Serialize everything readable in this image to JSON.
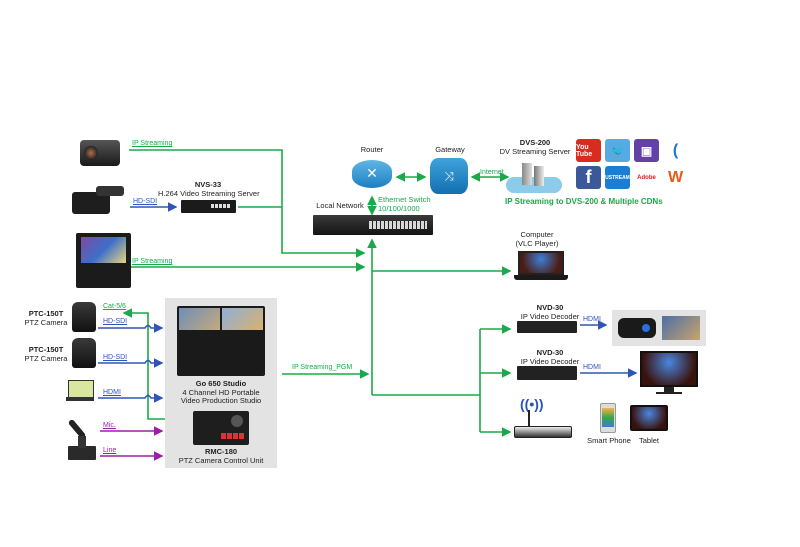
{
  "diagram": {
    "title": "IP Streaming Network Topology",
    "colors": {
      "ethernet": "#1aa94a",
      "video": "#2f55b8",
      "audio": "#9b1fa8",
      "panel_bg": "#e3e3e3"
    },
    "sources": {
      "box_camera": {
        "link_label": "IP Streaming"
      },
      "camcorder": {
        "link_label": "HD-SDI"
      },
      "nvs33": {
        "name": "NVS-33",
        "desc": "H.264 Video Streaming Server"
      },
      "portable_studio": {
        "link_label": "IP Streaming"
      }
    },
    "network": {
      "router": {
        "name": "Router"
      },
      "gateway": {
        "name": "Gateway"
      },
      "internet_label": "Internet",
      "switch_label": "Local Network",
      "switch_speed": [
        "Ethernet Switch",
        "10/100/1000"
      ],
      "dvs200": {
        "name": "DVS-200",
        "desc": "DV Streaming Server"
      },
      "cdn_caption": "IP Streaming to DVS-200 & Multiple CDNs",
      "cdns": [
        {
          "name": "YouTube",
          "label": "You Tube",
          "color": "#d92c20"
        },
        {
          "name": "Twitter",
          "label": "",
          "color": "#56abe4"
        },
        {
          "name": "Twitch",
          "label": "",
          "color": "#6441a4"
        },
        {
          "name": "Wowza-Cloud",
          "label": "",
          "color": "#ffffff"
        },
        {
          "name": "Facebook",
          "label": "f",
          "color": "#3b5998"
        },
        {
          "name": "Ustream",
          "label": "USTREAM",
          "color": "#1a7fd4"
        },
        {
          "name": "Adobe",
          "label": "Adobe",
          "color": "#ffffff"
        },
        {
          "name": "Wowza",
          "label": "",
          "color": "#ffffff"
        }
      ]
    },
    "studio": {
      "ptz1": {
        "name": "PTC-150T",
        "desc": "PTZ Camera",
        "control_label": "Cat-5/6",
        "link_label": "HD-SDI"
      },
      "ptz2": {
        "name": "PTC-150T",
        "desc": "PTZ Camera",
        "link_label": "HD-SDI"
      },
      "laptop": {
        "link_label": "HDMI"
      },
      "mic": {
        "link_label": "Mic."
      },
      "wireless_mic": {
        "link_label": "Line"
      },
      "go650": {
        "name": "Go 650 Studio",
        "desc1": "4 Channel HD Portable",
        "desc2": "Video Production Studio"
      },
      "rmc180": {
        "name": "RMC-180",
        "desc": "PTZ Camera Control Unit"
      },
      "pgm_label": "IP Streaming_PGM"
    },
    "outputs": {
      "computer": {
        "name": "Computer",
        "desc": "(VLC Player)"
      },
      "nvd30_a": {
        "name": "NVD-30",
        "desc": "IP Video Decoder",
        "link_label": "HDMI"
      },
      "nvd30_b": {
        "name": "NVD-30",
        "desc": "IP Video Decoder",
        "link_label": "HDMI"
      },
      "smartphone": {
        "name": "Smart Phone"
      },
      "tablet": {
        "name": "Tablet"
      }
    }
  }
}
